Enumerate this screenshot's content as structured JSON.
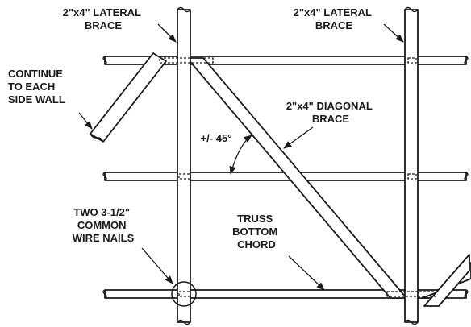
{
  "labels": {
    "lateral_brace_left": [
      "2\"x4\" LATERAL",
      "BRACE"
    ],
    "lateral_brace_right": [
      "2\"x4\" LATERAL",
      "BRACE"
    ],
    "continue_side_wall": [
      "CONTINUE",
      "TO EACH",
      "SIDE WALL"
    ],
    "diagonal_brace": [
      "2\"x4\" DIAGONAL",
      "BRACE"
    ],
    "angle": "+/- 45°",
    "nails": [
      "TWO 3-1/2\"",
      "COMMON",
      "WIRE NAILS"
    ],
    "truss_chord": [
      "TRUSS",
      "BOTTOM",
      "CHORD"
    ]
  },
  "colors": {
    "line": "#1a1a1a",
    "background": "#ffffff"
  }
}
